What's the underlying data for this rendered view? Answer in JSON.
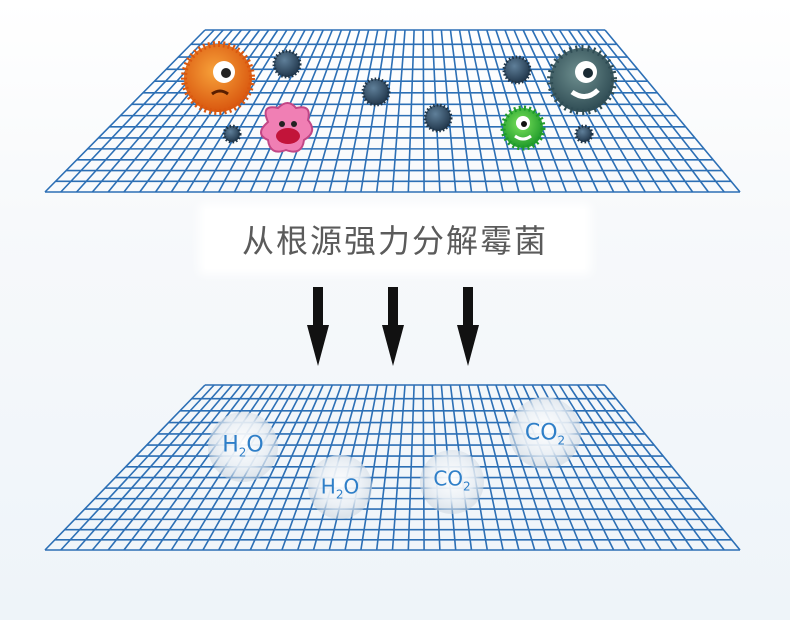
{
  "banner": {
    "text": "从根源强力分解霉菌"
  },
  "molecules": [
    {
      "element": "H",
      "sub": "2",
      "tail": "O"
    },
    {
      "element": "H",
      "sub": "2",
      "tail": "O"
    },
    {
      "element": "CO",
      "sub": "2",
      "tail": ""
    },
    {
      "element": "CO",
      "sub": "2",
      "tail": ""
    }
  ],
  "colors": {
    "grid": "#2c6fb5",
    "arrow": "#111111",
    "molecule_text": "#2f7fc8",
    "banner_text": "#5b5b5b"
  },
  "icons": [
    "orange-germ-icon",
    "pink-germ-icon",
    "dark-green-germ-icon",
    "green-germ-icon",
    "small-spore-icon",
    "down-arrow-icon"
  ]
}
